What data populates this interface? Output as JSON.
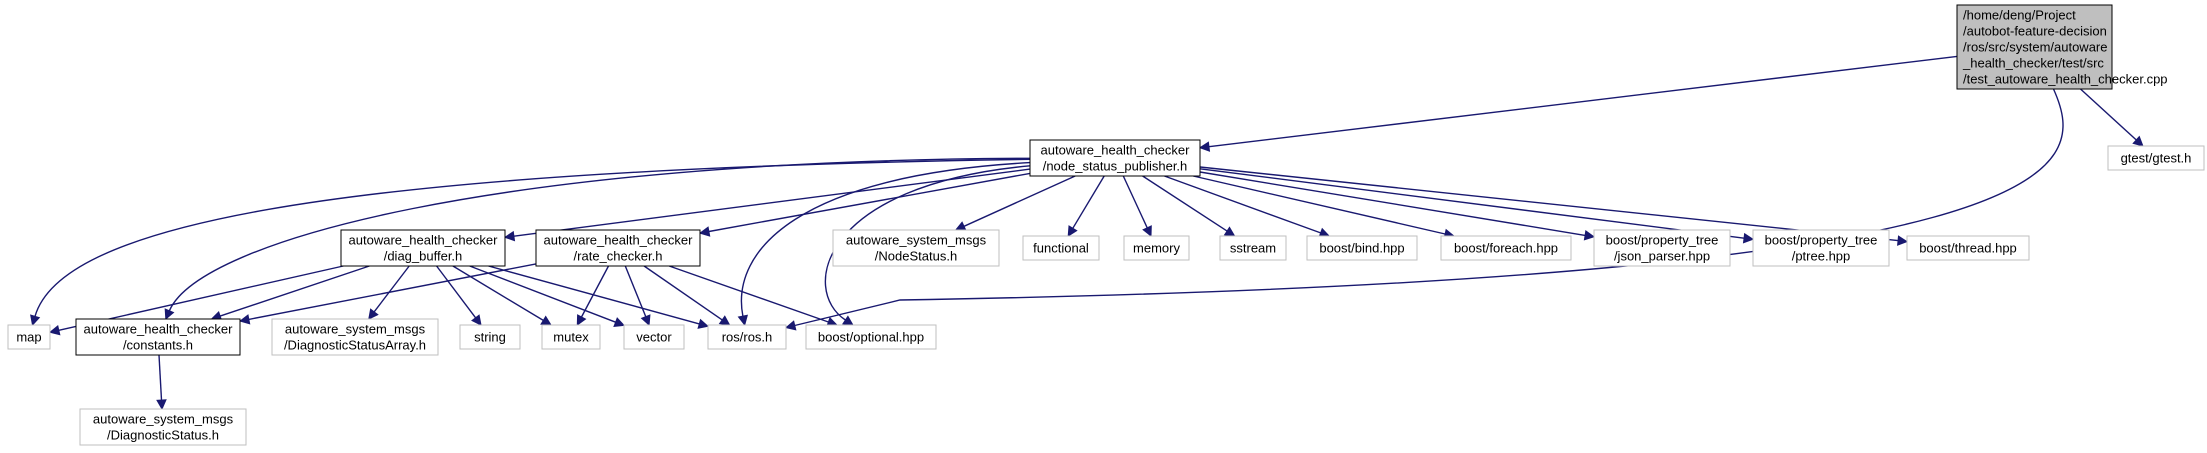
{
  "colors": {
    "edge": "#191970",
    "root_fill": "#bfbfbf",
    "box_border_dark": "#000000",
    "box_border_light": "#bfbfbf",
    "background": "#ffffff",
    "text": "#000000"
  },
  "nodes": [
    {
      "id": "root",
      "lines": [
        "/home/deng/Project",
        "/autobot-feature-decision",
        "/ros/src/system/autoware",
        "_health_checker/test/src",
        "/test_autoware_health_checker.cpp"
      ]
    },
    {
      "id": "nsp",
      "lines": [
        "autoware_health_checker",
        "/node_status_publisher.h"
      ]
    },
    {
      "id": "gtest",
      "lines": [
        "gtest/gtest.h"
      ]
    },
    {
      "id": "diag",
      "lines": [
        "autoware_health_checker",
        "/diag_buffer.h"
      ]
    },
    {
      "id": "rate",
      "lines": [
        "autoware_health_checker",
        "/rate_checker.h"
      ]
    },
    {
      "id": "nodestatus",
      "lines": [
        "autoware_system_msgs",
        "/NodeStatus.h"
      ]
    },
    {
      "id": "functional",
      "lines": [
        "functional"
      ]
    },
    {
      "id": "memory",
      "lines": [
        "memory"
      ]
    },
    {
      "id": "sstream",
      "lines": [
        "sstream"
      ]
    },
    {
      "id": "bind",
      "lines": [
        "boost/bind.hpp"
      ]
    },
    {
      "id": "foreach",
      "lines": [
        "boost/foreach.hpp"
      ]
    },
    {
      "id": "json",
      "lines": [
        "boost/property_tree",
        "/json_parser.hpp"
      ]
    },
    {
      "id": "ptree",
      "lines": [
        "boost/property_tree",
        "/ptree.hpp"
      ]
    },
    {
      "id": "thread",
      "lines": [
        "boost/thread.hpp"
      ]
    },
    {
      "id": "map",
      "lines": [
        "map"
      ]
    },
    {
      "id": "constants",
      "lines": [
        "autoware_health_checker",
        "/constants.h"
      ]
    },
    {
      "id": "dsa",
      "lines": [
        "autoware_system_msgs",
        "/DiagnosticStatusArray.h"
      ]
    },
    {
      "id": "string",
      "lines": [
        "string"
      ]
    },
    {
      "id": "mutex",
      "lines": [
        "mutex"
      ]
    },
    {
      "id": "vector",
      "lines": [
        "vector"
      ]
    },
    {
      "id": "ros",
      "lines": [
        "ros/ros.h"
      ]
    },
    {
      "id": "optional",
      "lines": [
        "boost/optional.hpp"
      ]
    },
    {
      "id": "ds",
      "lines": [
        "autoware_system_msgs",
        "/DiagnosticStatus.h"
      ]
    }
  ]
}
